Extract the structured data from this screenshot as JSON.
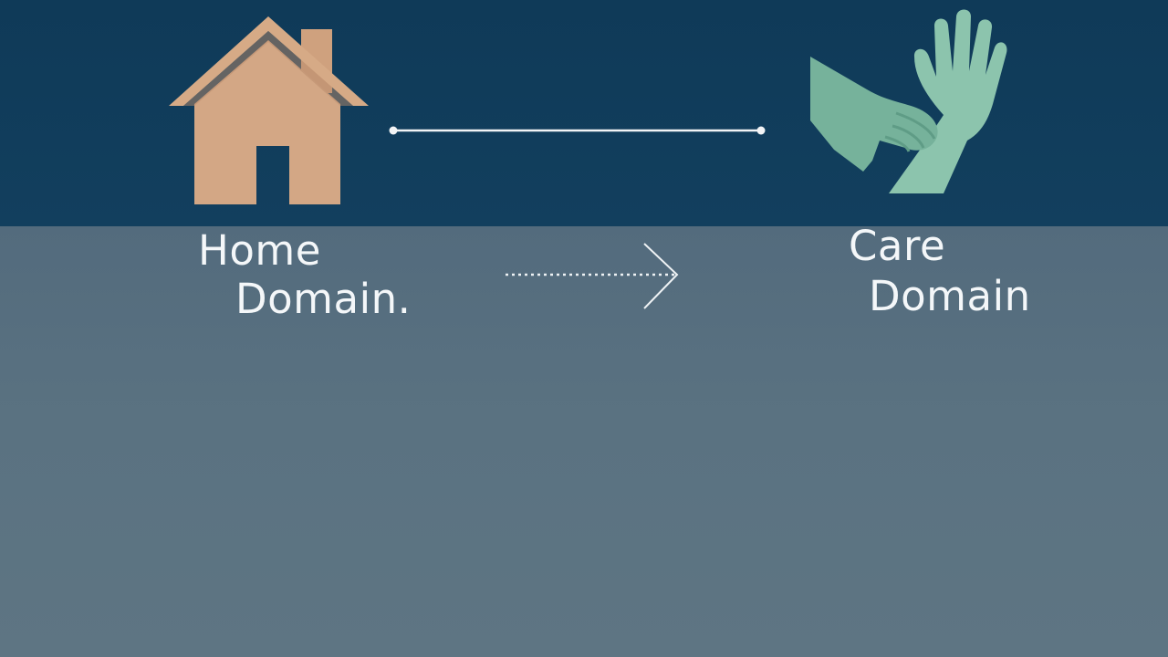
{
  "home": {
    "icon": "house-icon",
    "label_line1": "Home",
    "label_line2": "Domain."
  },
  "care": {
    "icon": "caring-hands-icon",
    "label_line1": "Care",
    "label_line2": "Domain"
  },
  "colors": {
    "top_band": "#0f3a58",
    "bottom_band": "#5a7281",
    "house": "#d6aa86",
    "hands": "#7eb9a2",
    "text": "#f4f7f9"
  }
}
